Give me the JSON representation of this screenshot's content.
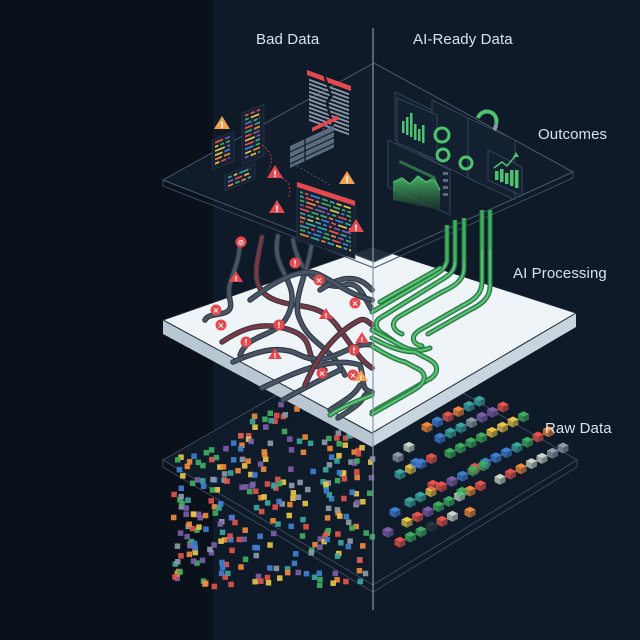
{
  "headers": {
    "left": "Bad Data",
    "right": "AI-Ready Data"
  },
  "layers": [
    {
      "id": "outcomes",
      "label": "Outcomes"
    },
    {
      "id": "processing",
      "label": "AI Processing"
    },
    {
      "id": "raw",
      "label": "Raw Data"
    }
  ],
  "colors": {
    "background": "#0f1a28",
    "left_strip": "#0a111b",
    "plane_dark": "#111c2b",
    "plane_edge": "#3a4a5e",
    "plane_light": "#e8f0f5",
    "plane_light_side": "#b9c7d3",
    "divider": "#8796a8",
    "wire_bad": "#4a5563",
    "wire_bad_red": "#7a3a45",
    "wire_good": "#3fae5f",
    "wire_good_light": "#8fdca4",
    "error_red": "#e5484d",
    "warning_orange": "#f0a050",
    "chart_green": "#4cc46e",
    "label_text": "#d9e2ec"
  },
  "cube_palette": [
    "#e5534b",
    "#f08a3c",
    "#e8c547",
    "#3fae5f",
    "#3aa6a0",
    "#3f7fd0",
    "#7b5ea7",
    "#8e9aa8",
    "#c9d6c9",
    "#2a3441"
  ],
  "badges": {
    "error_icon": "x-circle",
    "warning_icon": "warning-triangle",
    "alert_icon": "exclamation-circle",
    "blocked_icon": "no-entry"
  }
}
